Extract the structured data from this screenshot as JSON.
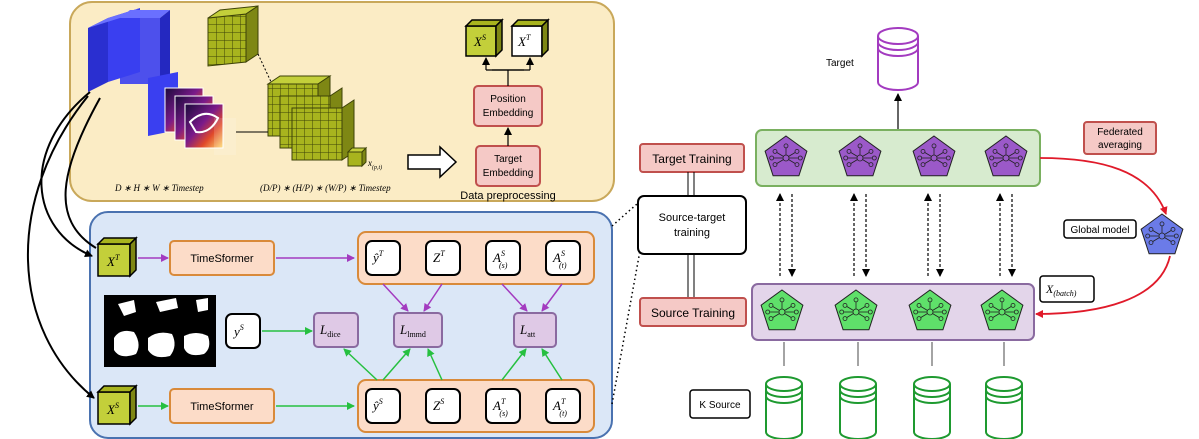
{
  "preprocessing": {
    "caption": "Data preprocessing",
    "dims_left": "D ∗ H ∗ W ∗ Timestep",
    "dims_right": "(D/P) ∗ (H/P) ∗ (W/P) ∗ Timestep",
    "patch_symbol": "x",
    "patch_sub": "(p,t)",
    "position_embedding": [
      "Position",
      "Embedding"
    ],
    "target_embedding": [
      "Target",
      "Embedding"
    ],
    "xs_base": "X",
    "xs_sup": "S",
    "xt_base": "X",
    "xt_sup": "T"
  },
  "model": {
    "timesformer_top": "TimeSformer",
    "timesformer_bottom": "TimeSformer",
    "input_top": {
      "base": "X",
      "sup": "T"
    },
    "input_bottom": {
      "base": "X",
      "sup": "S"
    },
    "label": {
      "base": "y",
      "sup": "S"
    },
    "top_outputs": [
      {
        "base": "ŷ",
        "sup": "T",
        "sub": ""
      },
      {
        "base": "Z",
        "sup": "T",
        "sub": ""
      },
      {
        "base": "A",
        "sup": "S",
        "sub": "(s)"
      },
      {
        "base": "A",
        "sup": "S",
        "sub": "(t)"
      }
    ],
    "bottom_outputs": [
      {
        "base": "ŷ",
        "sup": "S",
        "sub": ""
      },
      {
        "base": "Z",
        "sup": "S",
        "sub": ""
      },
      {
        "base": "A",
        "sup": "T",
        "sub": "(s)"
      },
      {
        "base": "A",
        "sup": "T",
        "sub": "(t)"
      }
    ],
    "losses": [
      {
        "base": "L",
        "sub": "dice"
      },
      {
        "base": "L",
        "sub": "lmmd"
      },
      {
        "base": "L",
        "sub": "att"
      }
    ]
  },
  "federated": {
    "target_label": "Target",
    "target_training": "Target Training",
    "source_target_training": [
      "Source-target",
      "training"
    ],
    "source_training": "Source Training",
    "federated_averaging": [
      "Federated",
      "averaging"
    ],
    "global_model": "Global model",
    "x_batch_base": "X",
    "x_batch_sub": "(batch)",
    "k_source": "K Source"
  },
  "colors": {
    "yellow_panel": "#fbecc5",
    "blue_panel": "#dbe7f7",
    "red_box": "#f5c9c6",
    "peach_box": "#fcdcc8",
    "lilac_box": "#dfc9e6",
    "green_bar": "#d7ebcf",
    "purple_bar": "#e3d5ea",
    "purple_node": "#9b59c9",
    "green_node": "#5fe06a",
    "blue_node": "#6b7be8",
    "cube_blue": "#3a3ff0",
    "olive": "#a8b41e",
    "arrow_purple": "#a33bc0",
    "arrow_green": "#26c040",
    "arrow_red": "#e01a2a",
    "cyl_green": "#1e9a30",
    "cyl_purple": "#a33bc0"
  },
  "icons": [
    "model-node-icon",
    "database-cylinder-icon",
    "cube-icon",
    "image-strip-icon",
    "hollow-arrow-icon"
  ]
}
